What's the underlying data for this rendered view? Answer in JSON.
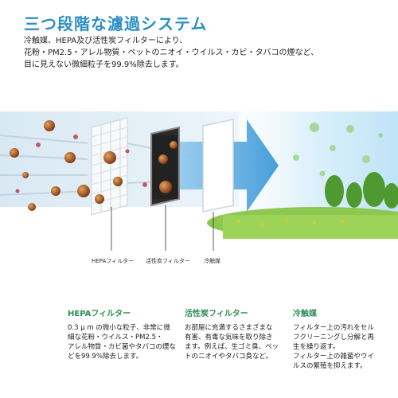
{
  "header": {
    "title": "三つ段階な濾過システム",
    "intro_lines": [
      "冷触媒、HEPA及び活性炭フィルターにより、",
      "花粉・PM2.5・アレル物質・ペットのニオイ・ウイルス・カビ・タバコの煙など、",
      "目に見えない微細粒子を99.9%除去します。"
    ]
  },
  "illustration": {
    "labels": [
      "HEPAフィルター",
      "活性炭フィルター",
      "冷触媒"
    ]
  },
  "columns": [
    {
      "heading": "HEPAフィルター",
      "lines": [
        "0.3 μ m の微小な粒子、非常に微",
        "細な花粉・ウイルス・PM2.5・",
        "アレル物質・カビ菌やタバコの煙な",
        "どを99.9%除去します。"
      ]
    },
    {
      "heading": "活性炭フィルター",
      "lines": [
        "お部屋に充満するさまざまな",
        "有害、有毒な気味を取り除き",
        "ます。例えば、生ゴミ臭、ペッ",
        "トのニオイやタバコ臭など。"
      ]
    },
    {
      "heading": "冷触媒",
      "lines": [
        "フィルター上の汚れをセル",
        "フクリーニングし分解と再",
        "生を繰り返す。",
        "フィルター上の雑菌やウイ",
        "ルスの繁殖を抑えます。"
      ]
    }
  ],
  "colors": {
    "title": "#2a8fc4",
    "column_heading": "#2e8b57",
    "arrow": "#4aa3df",
    "particle": "#a0521a"
  }
}
